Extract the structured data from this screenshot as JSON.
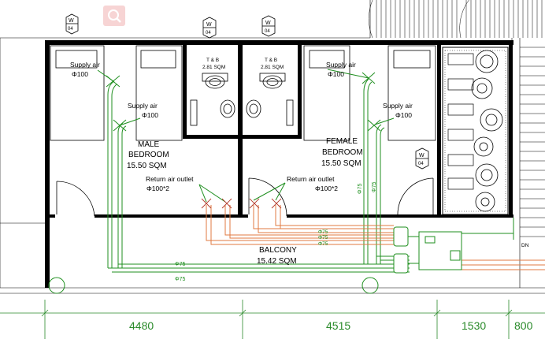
{
  "rooms": {
    "male": {
      "line1": "MALE",
      "line2": "BEDROOM",
      "area": "15.50 SQM"
    },
    "female": {
      "line1": "FEMALE",
      "line2": "BEDROOM",
      "area": "15.50 SQM"
    },
    "balcony": {
      "name": "BALCONY",
      "area": "15.42 SQM"
    },
    "tb1": {
      "name": "T & B",
      "area": "2.81 SQM"
    },
    "tb2": {
      "name": "T & B",
      "area": "2.81 SQM"
    }
  },
  "labels": {
    "supply_air": "Supply air",
    "phi100": "Φ100",
    "return_air": "Return air outlet",
    "phi100x2": "Φ100*2",
    "phi75": "Φ75",
    "dn": "DN"
  },
  "tags": {
    "letter": "W",
    "number": "04"
  },
  "dimensions": [
    "4480",
    "4515",
    "1530",
    "800"
  ],
  "colors": {
    "wall": "#000000",
    "duct_green": "#1f8f1f",
    "duct_orange": "#e07a40",
    "dim_text": "#2a8a2a"
  },
  "icons": {
    "zoom": "zoom-icon"
  }
}
